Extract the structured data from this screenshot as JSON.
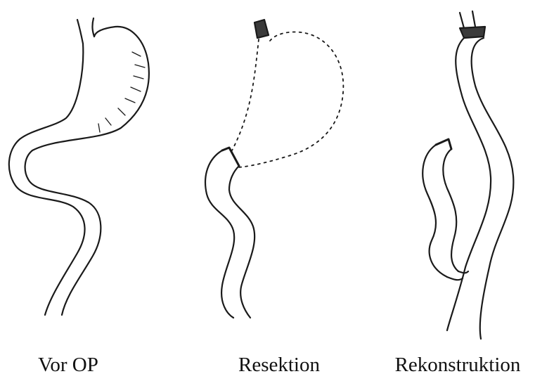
{
  "panels": [
    {
      "label": "Vor OP"
    },
    {
      "label": "Resektion"
    },
    {
      "label": "Rekonstruktion"
    }
  ],
  "colors": {
    "line": "#1a1a1a",
    "background": "#ffffff"
  }
}
